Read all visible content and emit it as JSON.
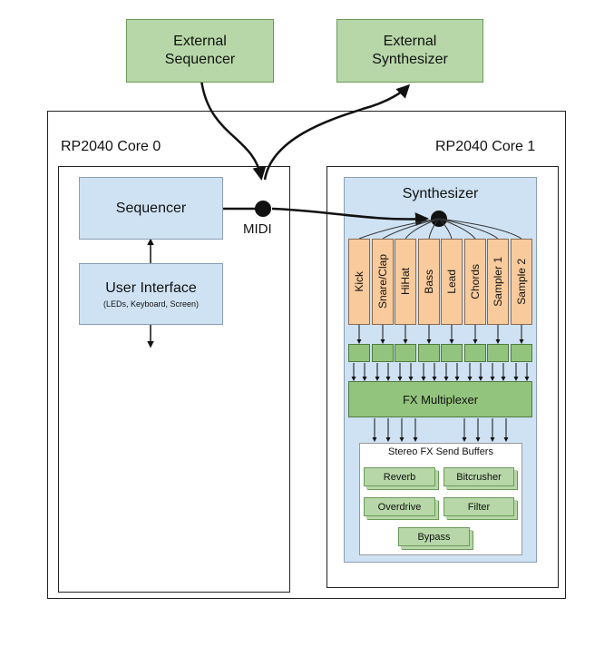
{
  "external": {
    "sequencer": "External\nSequencer",
    "synthesizer": "External\nSynthesizer"
  },
  "cores": {
    "core0": "RP2040 Core 0",
    "core1": "RP2040 Core 1"
  },
  "blocks": {
    "sequencer": "Sequencer",
    "ui_title": "User Interface",
    "ui_sub": "(LEDs, Keyboard, Screen)",
    "midi": "MIDI",
    "synthesizer": "Synthesizer",
    "fx_mux": "FX Multiplexer",
    "send_buffers_title": "Stereo FX Send Buffers"
  },
  "channels": [
    "Kick",
    "Snare/Clap",
    "HiHat",
    "Bass",
    "Lead",
    "Chords",
    "Sampler 1",
    "Sample 2"
  ],
  "fx_buffers": [
    "Reverb",
    "Bitcrusher",
    "Overdrive",
    "Filter",
    "Bypass"
  ],
  "colors": {
    "external_fill": "#b7d7a8",
    "core_block_fill": "#cfe2f3",
    "channel_fill": "#f9cb9c",
    "fx_fill": "#93c47d"
  }
}
